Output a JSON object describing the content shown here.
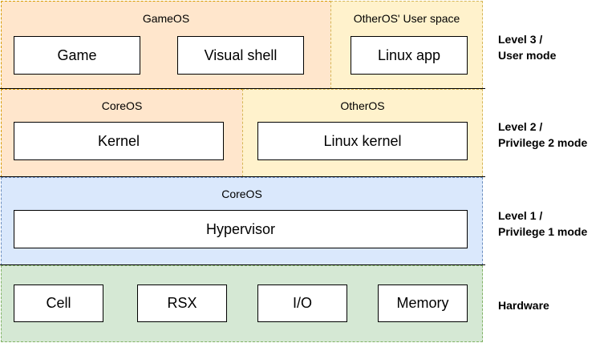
{
  "layer3": {
    "gameos": {
      "title": "GameOS",
      "boxes": [
        "Game",
        "Visual shell"
      ]
    },
    "otheros_user": {
      "title": "OtherOS' User space",
      "boxes": [
        "Linux app"
      ]
    }
  },
  "layer2": {
    "coreos": {
      "title": "CoreOS",
      "boxes": [
        "Kernel"
      ]
    },
    "otheros": {
      "title": "OtherOS",
      "boxes": [
        "Linux kernel"
      ]
    }
  },
  "layer1": {
    "coreos": {
      "title": "CoreOS",
      "boxes": [
        "Hypervisor"
      ]
    }
  },
  "hardware": {
    "boxes": [
      "Cell",
      "RSX",
      "I/O",
      "Memory"
    ]
  },
  "levels": {
    "level3": [
      "Level 3 /",
      "User mode"
    ],
    "level2": [
      "Level 2 /",
      "Privilege 2 mode"
    ],
    "level1": [
      "Level 1 /",
      "Privilege 1 mode"
    ],
    "hardware": [
      "Hardware"
    ]
  },
  "colors": {
    "orange_fill": "#ffe6cc",
    "orange_border": "#d79b00",
    "yellow_fill": "#fff2cc",
    "yellow_border": "#d6b656",
    "blue_fill": "#dae8fc",
    "blue_border": "#6c8ebf",
    "green_fill": "#d5e8d4",
    "green_border": "#82b366"
  }
}
